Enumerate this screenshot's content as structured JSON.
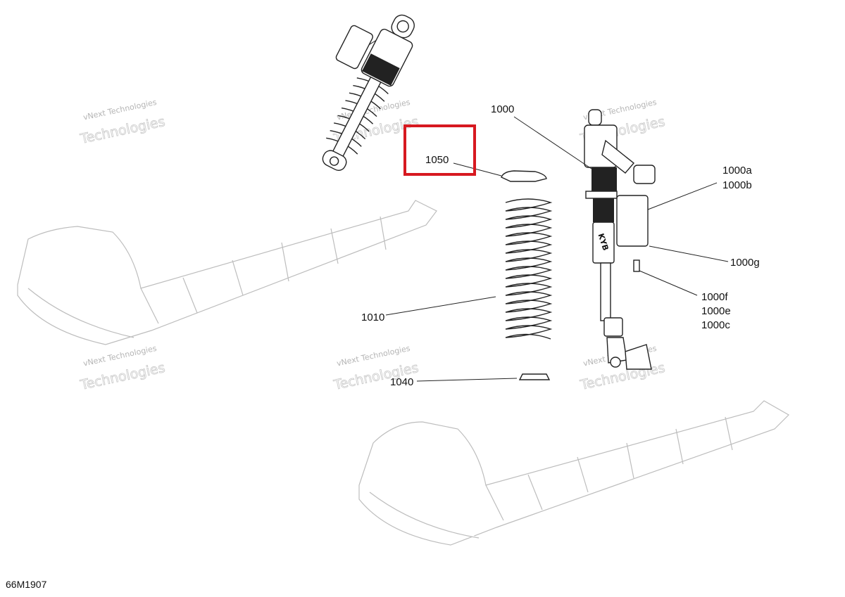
{
  "diagram_code": "66M1907",
  "watermark_line1": "vNext Technologies",
  "watermark_line2": "Technologies",
  "highlight_color": "#d71920",
  "callouts": {
    "c1000": "1000",
    "c1000a": "1000a",
    "c1000b": "1000b",
    "c1000g": "1000g",
    "c1000f": "1000f",
    "c1000e": "1000e",
    "c1000c": "1000c",
    "c1010": "1010",
    "c1040": "1040",
    "c1050": "1050"
  },
  "shock_brand": "KYB"
}
